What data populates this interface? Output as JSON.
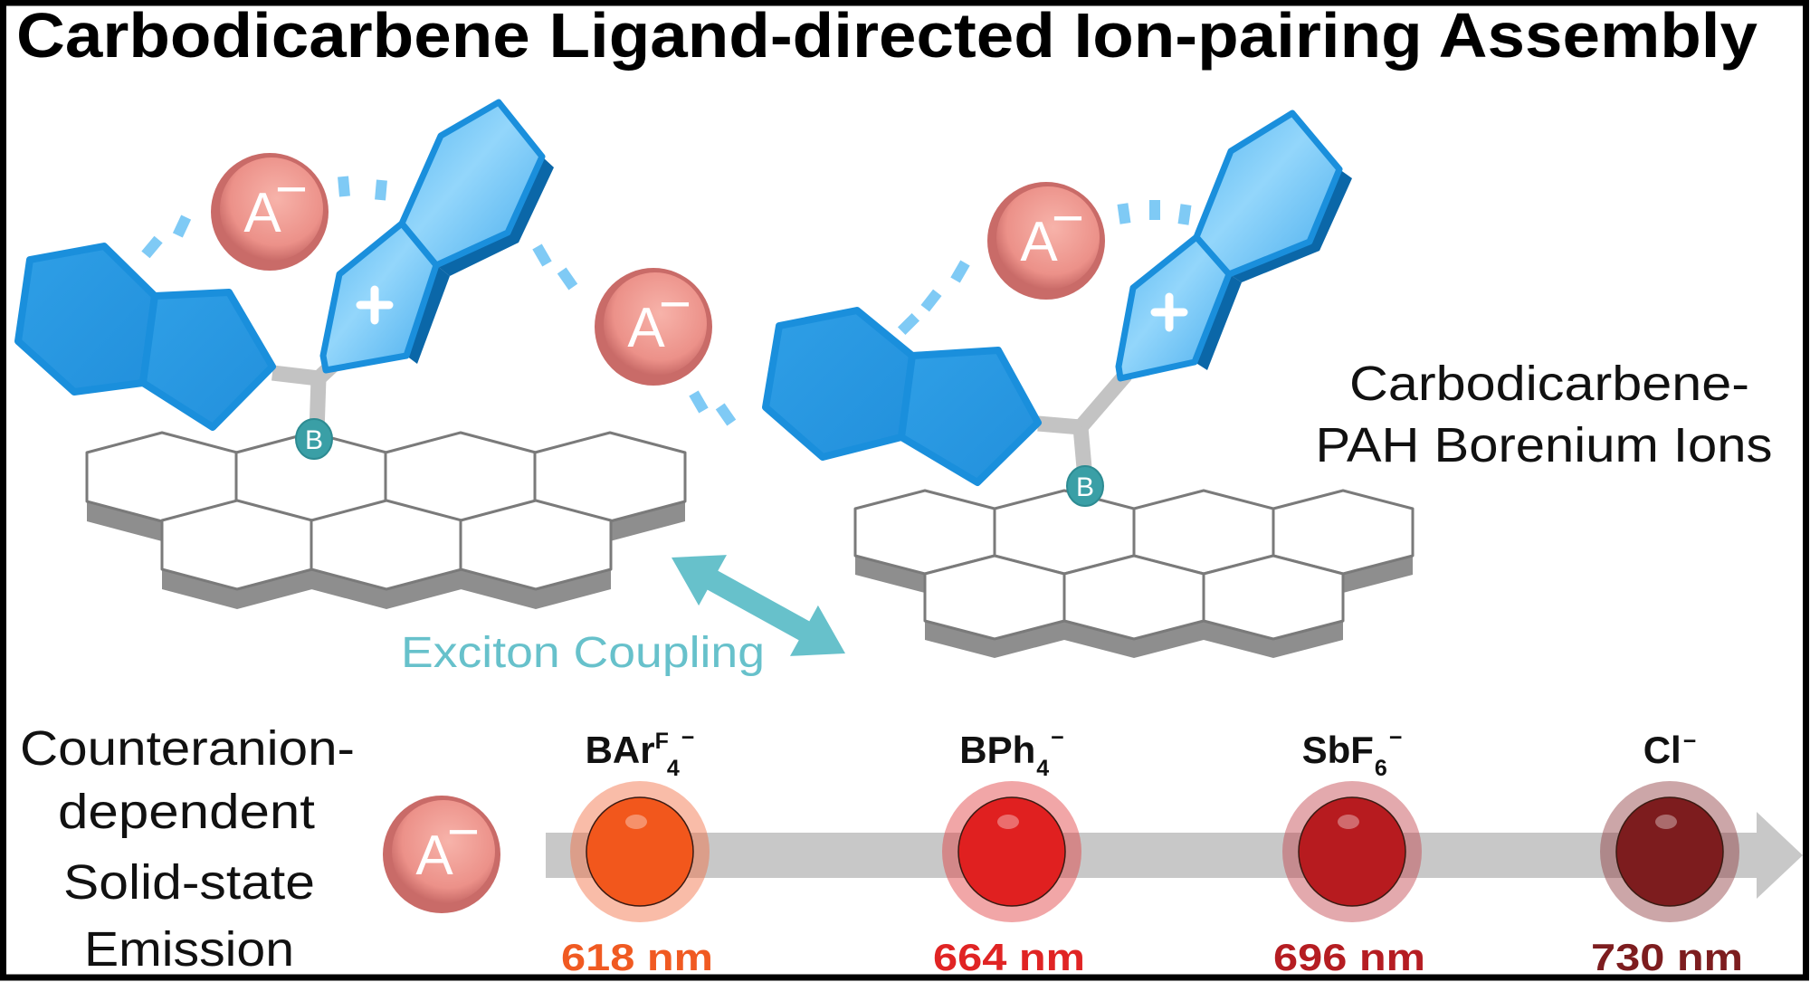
{
  "title": "Carbodicarbene Ligand-directed Ion-pairing Assembly",
  "molecule_label": {
    "line1": "Carbodicarbene-",
    "line2": "PAH Borenium Ions"
  },
  "boron_symbol": "B",
  "anion_symbol": "A",
  "anion_charge": "−",
  "cation_charge": "+",
  "coupling_label": "Exciton Coupling",
  "emission_label": {
    "lines": [
      "Counteranion-",
      "dependent",
      "Solid-state",
      "Emission"
    ]
  },
  "counteranions": [
    {
      "name": "BAr",
      "sup": "F",
      "sub": "4",
      "charge": "−",
      "wavelength": "618 nm",
      "color": "#f2571c",
      "halo": "#f26a3f",
      "text_color": "#f05a22"
    },
    {
      "name": "BPh",
      "sup": "",
      "sub": "4",
      "charge": "−",
      "wavelength": "664 nm",
      "color": "#e02020",
      "halo": "#e0393c",
      "text_color": "#e02424"
    },
    {
      "name": "SbF",
      "sup": "",
      "sub": "6",
      "charge": "−",
      "wavelength": "696 nm",
      "color": "#b71b1f",
      "halo": "#c0404a",
      "text_color": "#b51d22"
    },
    {
      "name": "Cl",
      "sup": "",
      "sub": "",
      "charge": "−",
      "wavelength": "730 nm",
      "color": "#7d1c1e",
      "halo": "#8f3a3e",
      "text_color": "#7d1d1f"
    }
  ],
  "colors": {
    "ring_blue": "#2b9be3",
    "ring_border": "#1a8fdc",
    "ring_light": "#66c2f7",
    "ring_shadow": "#0b67a8",
    "anion_fill": "#e98a84",
    "boron_fill": "#3a9fa6",
    "coupling": "#67c1cb",
    "pah_shadow": "#8e8e8e",
    "trend_arrow": "#c8c8c8"
  }
}
